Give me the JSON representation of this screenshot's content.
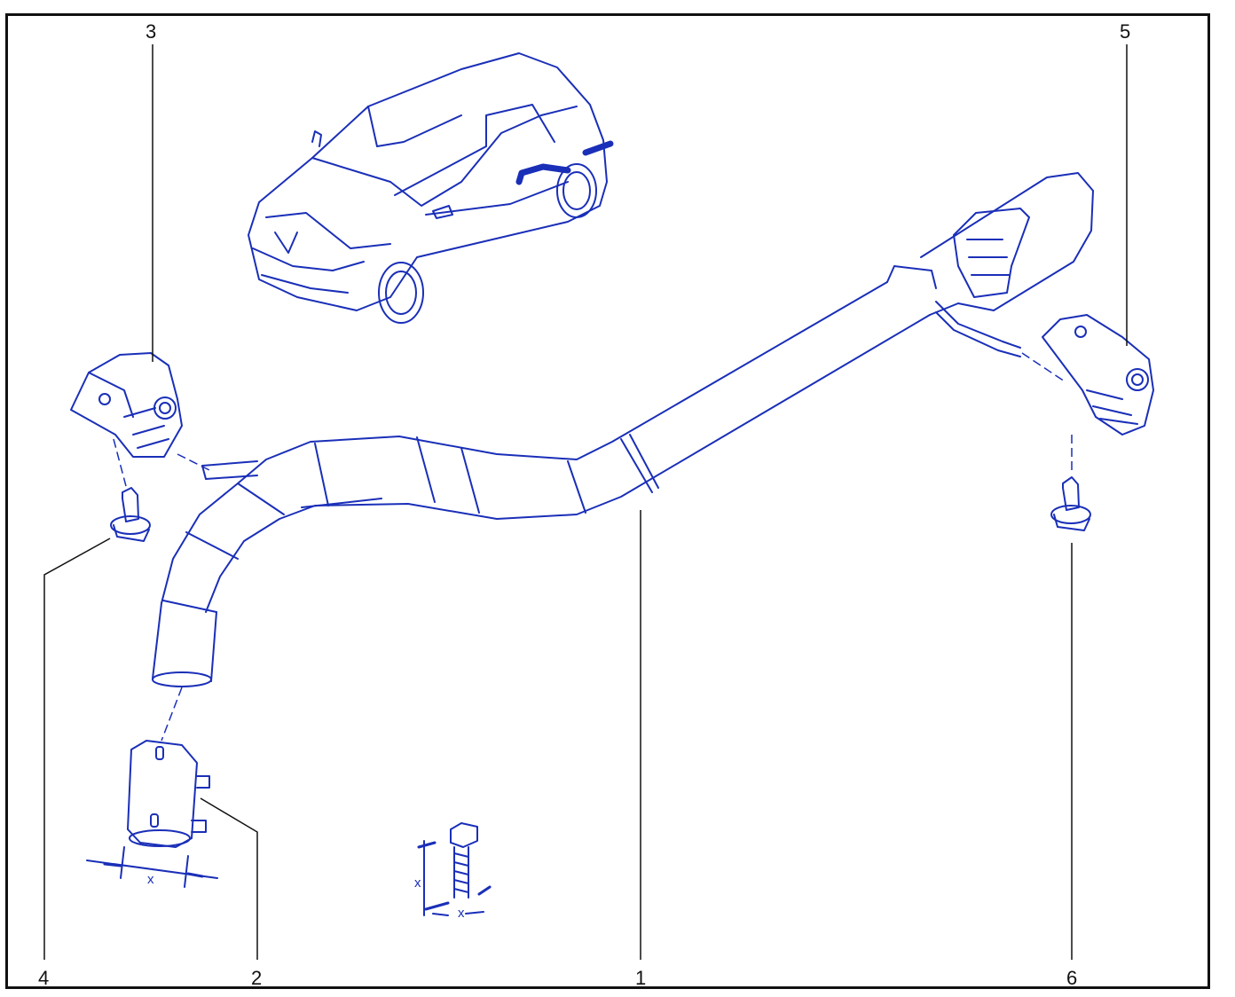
{
  "colors": {
    "ink": "#1a2fb8",
    "leader": "#111111",
    "frame": "#111111",
    "background": "#ffffff"
  },
  "callouts": {
    "c1": "1",
    "c2": "2",
    "c3": "3",
    "c4": "4",
    "c5": "5",
    "c6": "6"
  },
  "dimensions": {
    "clamp_width": "x",
    "bolt_length": "x",
    "bolt_diameter": "x"
  }
}
